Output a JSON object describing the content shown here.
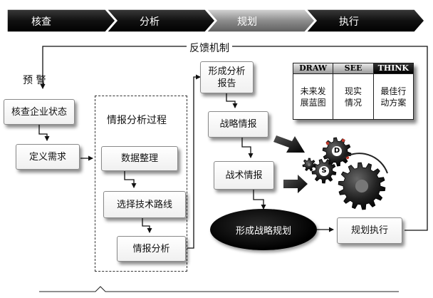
{
  "chevrons": [
    "核查",
    "分析",
    "规划",
    "执行"
  ],
  "feedback_label": "反馈机制",
  "warning_label": "预 警",
  "left_column": {
    "check_status": "核查企业状态",
    "define_needs": "定义需求"
  },
  "analysis_process": {
    "title": "情报分析过程",
    "steps": [
      "数据整理",
      "选择技术路线",
      "情报分析"
    ]
  },
  "right_column": {
    "report": "形成分析\n报告",
    "strategic_intel": "战略情报",
    "tactical_intel": "战术情报",
    "strategy_plan": "形成战略规划",
    "execution": "规划执行"
  },
  "legend": [
    {
      "head": "DRAW",
      "body": "未来发\n展蓝图",
      "dark": false
    },
    {
      "head": "SEE",
      "body": "现实\n情况",
      "dark": false
    },
    {
      "head": "THINK",
      "body": "最佳行\n动方案",
      "dark": true
    }
  ],
  "gear_letters": [
    "D",
    "S"
  ]
}
